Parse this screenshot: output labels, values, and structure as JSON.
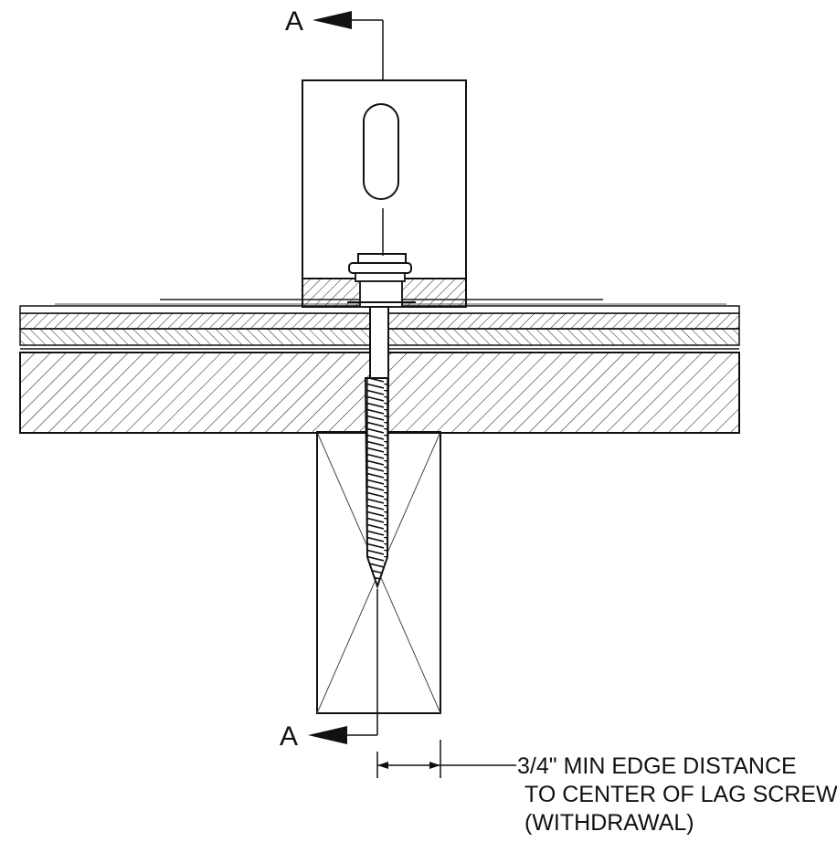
{
  "section_marks": {
    "top": "A",
    "bottom": "A"
  },
  "note": {
    "line1": "3/4\" MIN EDGE DISTANCE",
    "line2": "TO CENTER OF LAG SCREW",
    "line3": "(WITHDRAWAL)"
  },
  "colors": {
    "ink": "#111111",
    "paper": "#ffffff",
    "hatch": "#222222"
  }
}
